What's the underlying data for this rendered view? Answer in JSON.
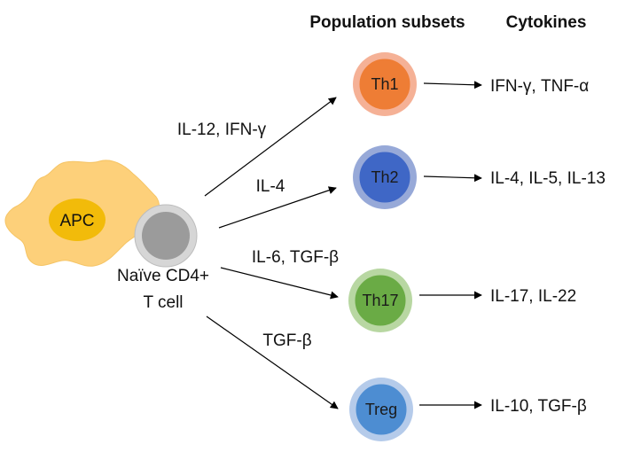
{
  "headers": {
    "population": "Population subsets",
    "cytokines": "Cytokines"
  },
  "apc": {
    "label": "APC"
  },
  "naive": {
    "line1": "Naïve CD4+",
    "line2": "T cell"
  },
  "pathways": [
    {
      "inducer": "IL-12, IFN-γ",
      "subset": "Th1",
      "cytokines": "IFN-γ, TNF-α",
      "colors": {
        "outer": "#f5b196",
        "inner": "#ee7d35"
      }
    },
    {
      "inducer": "IL-4",
      "subset": "Th2",
      "cytokines": "IL-4, IL-5, IL-13",
      "colors": {
        "outer": "#97a9d8",
        "inner": "#3f67c6"
      }
    },
    {
      "inducer": "IL-6, TGF-β",
      "subset": "Th17",
      "cytokines": "IL-17, IL-22",
      "colors": {
        "outer": "#b8d7a2",
        "inner": "#6aab45"
      }
    },
    {
      "inducer": "TGF-β",
      "subset": "Treg",
      "cytokines": "IL-10, TGF-β",
      "colors": {
        "outer": "#b5cbea",
        "inner": "#4d8dd2"
      }
    }
  ],
  "colors": {
    "apc_body": "#fdd07a",
    "apc_nucleus": "#f2bb0a",
    "naive_outer": "#d6d6d6",
    "naive_inner": "#9b9b9b",
    "arrow": "#000000"
  }
}
